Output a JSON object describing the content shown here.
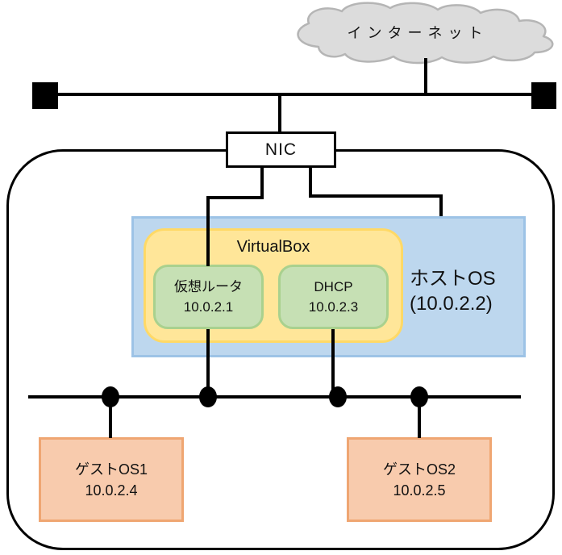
{
  "diagram": {
    "cloud": {
      "label": "インターネット"
    },
    "nic": {
      "label": "NIC"
    },
    "host_os": {
      "name": "ホストOS",
      "ip": "(10.0.2.2)"
    },
    "virtualbox": {
      "label": "VirtualBox"
    },
    "virtual_router": {
      "name": "仮想ルータ",
      "ip": "10.0.2.1"
    },
    "dhcp": {
      "name": "DHCP",
      "ip": "10.0.2.3"
    },
    "guest_os1": {
      "name": "ゲストOS1",
      "ip": "10.0.2.4"
    },
    "guest_os2": {
      "name": "ゲストOS2",
      "ip": "10.0.2.5"
    },
    "colors": {
      "host_box_fill": "#BDD7EE",
      "host_box_border": "#9DC3E6",
      "virtualbox_fill": "#FFE699",
      "virtualbox_border": "#FFD966",
      "service_fill": "#C6E0B4",
      "service_border": "#A9D18E",
      "guest_fill": "#F8CBAD",
      "guest_border": "#EFA672",
      "cloud_fill": "#DCDCDC",
      "cloud_border": "#B5B5B5",
      "line": "#000000"
    }
  }
}
